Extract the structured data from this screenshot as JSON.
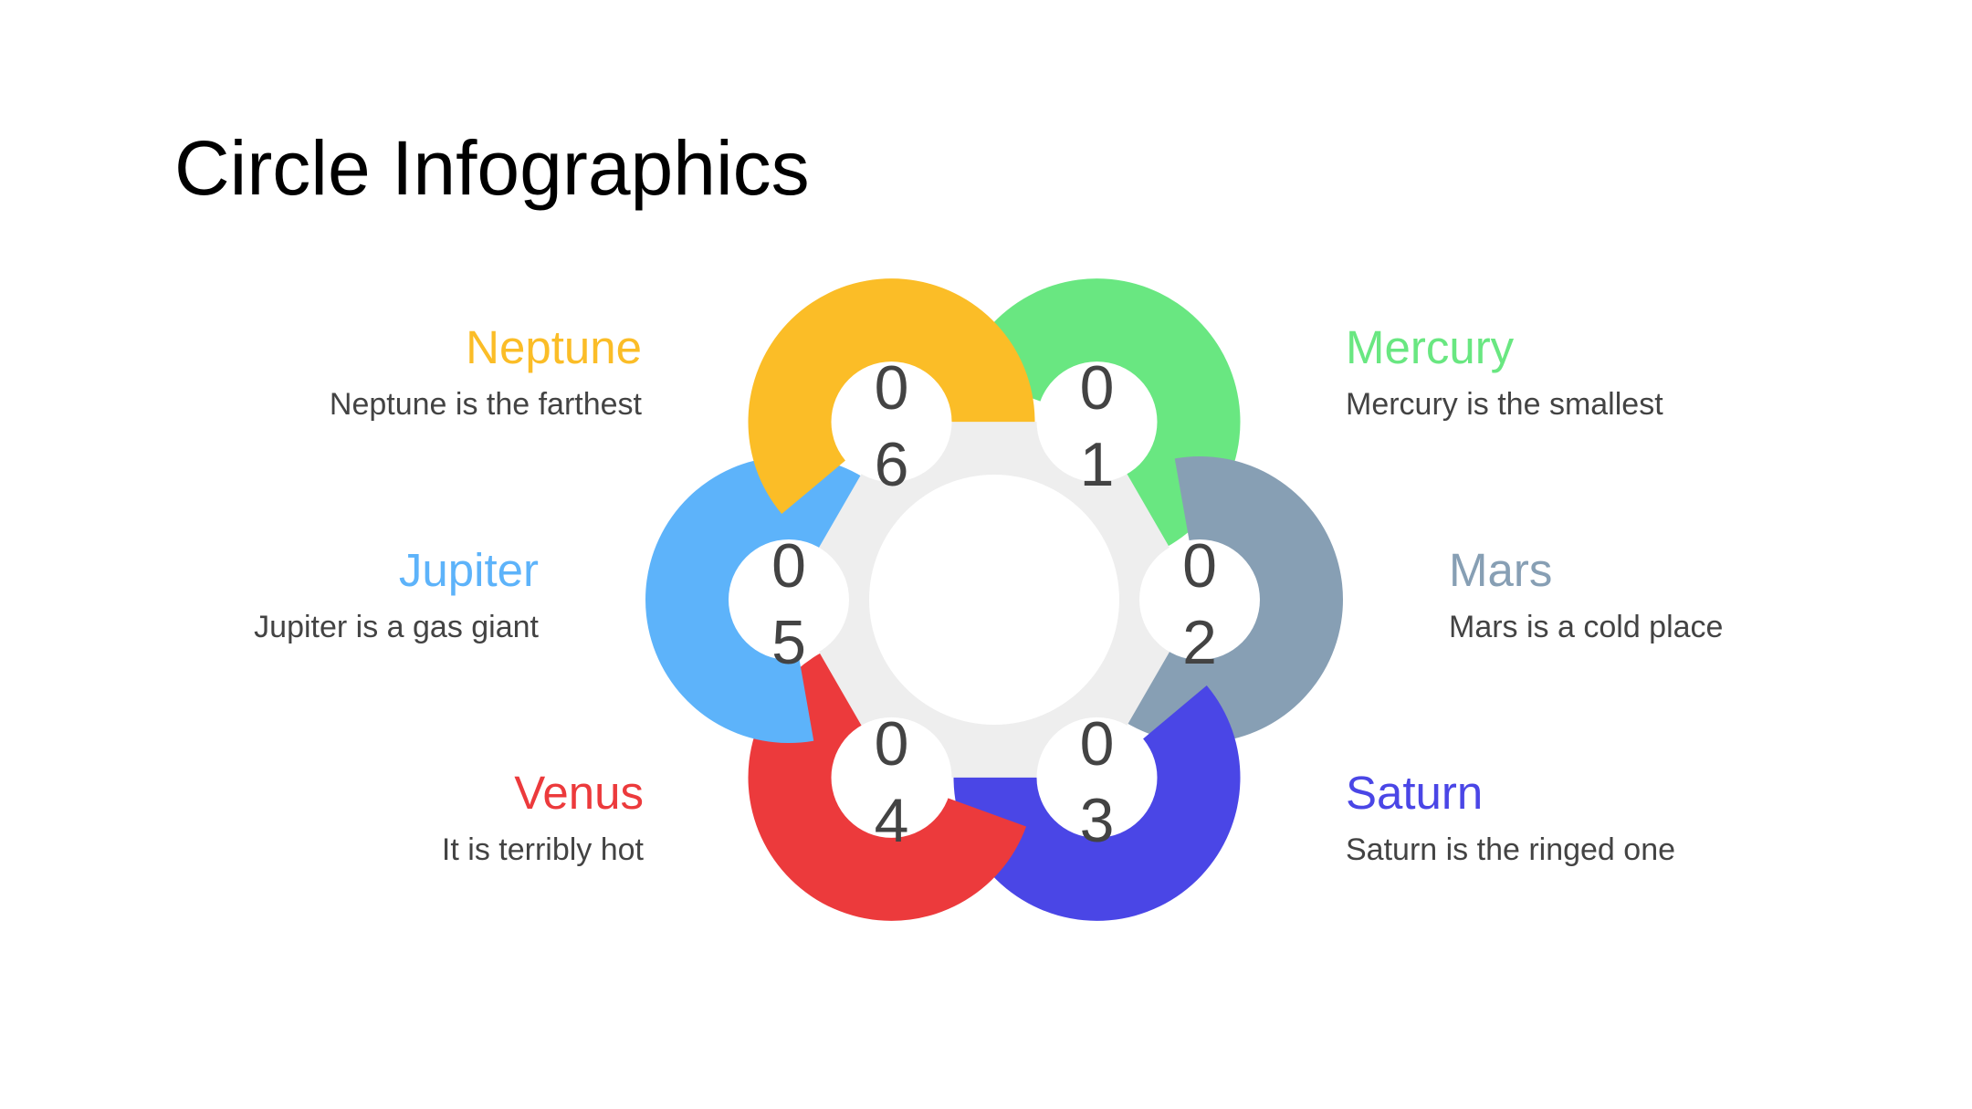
{
  "title": "Circle Infographics",
  "center_color": "#EEEEEE",
  "items": [
    {
      "number": "01",
      "name": "Mercury",
      "description": "Mercury is the smallest",
      "color": "#69E781"
    },
    {
      "number": "02",
      "name": "Mars",
      "description": "Mars is a cold place",
      "color": "#879FB4"
    },
    {
      "number": "03",
      "name": "Saturn",
      "description": "Saturn is the ringed one",
      "color": "#4A46E6"
    },
    {
      "number": "04",
      "name": "Venus",
      "description": "It is terribly hot",
      "color": "#EC3A3C"
    },
    {
      "number": "05",
      "name": "Jupiter",
      "description": "Jupiter is a gas giant",
      "color": "#5DB3FA"
    },
    {
      "number": "06",
      "name": "Neptune",
      "description": "Neptune is the farthest",
      "color": "#FBBD27"
    }
  ]
}
